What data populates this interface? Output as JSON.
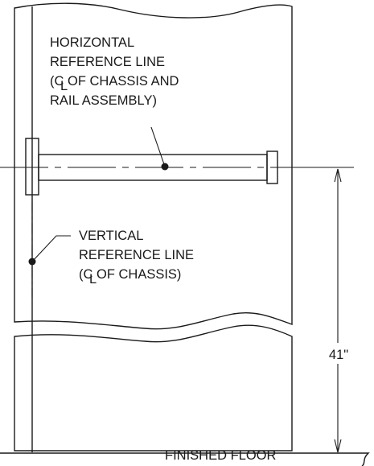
{
  "labels": {
    "horizontal_ref": [
      "HORIZONTAL",
      "REFERENCE LINE",
      "(C  OF CHASSIS AND",
      "RAIL ASSEMBLY)"
    ],
    "vertical_ref": [
      "VERTICAL",
      "REFERENCE LINE",
      "(C  OF CHASSIS)"
    ],
    "dimension": "41\"",
    "floor": "FINISHED FLOOR"
  },
  "centerline_symbol": "L"
}
